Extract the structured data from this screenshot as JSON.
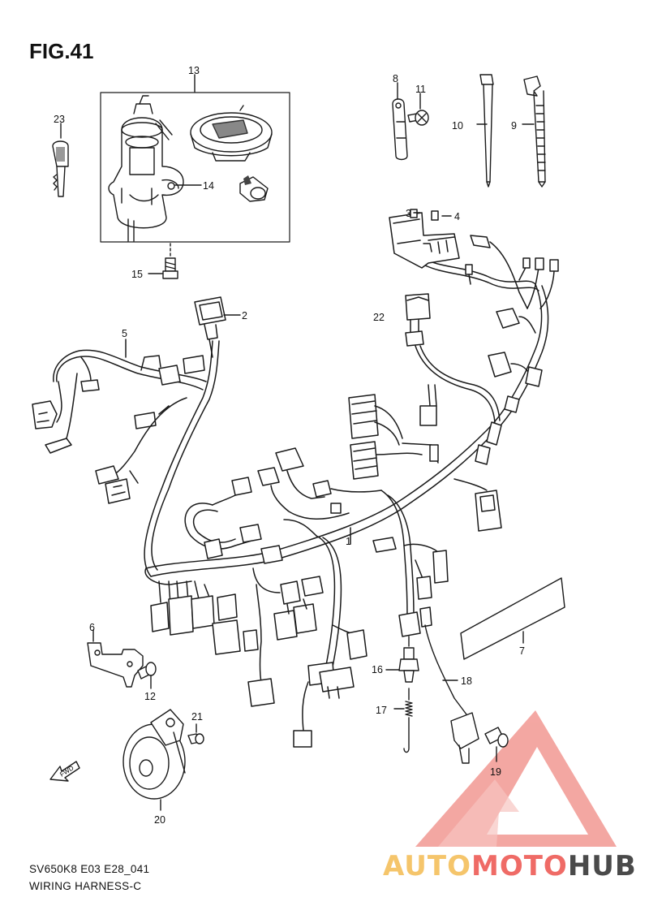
{
  "figure": {
    "title": "FIG.41",
    "model_code": "SV650K8 E03 E28_041",
    "diagram_name": "WIRING HARNESS-C"
  },
  "watermark": {
    "part1": "AUTO",
    "part2": "MOTO",
    "part3": "HUB",
    "colors": {
      "part1": "#f5c56b",
      "part2": "#ef6b66",
      "part3": "#4a4a4a",
      "triangle": "#f08a84"
    }
  },
  "callouts": [
    {
      "num": "1",
      "part": "harness-main"
    },
    {
      "num": "2",
      "part": "ignition-connector"
    },
    {
      "num": "3",
      "part": "fuse-small"
    },
    {
      "num": "4",
      "part": "fuse-small-2"
    },
    {
      "num": "5",
      "part": "harness-sub"
    },
    {
      "num": "6",
      "part": "bracket"
    },
    {
      "num": "7",
      "part": "label-plate"
    },
    {
      "num": "8",
      "part": "clamp"
    },
    {
      "num": "9",
      "part": "tie-band-large"
    },
    {
      "num": "10",
      "part": "tie-band"
    },
    {
      "num": "11",
      "part": "screw"
    },
    {
      "num": "12",
      "part": "bolt"
    },
    {
      "num": "13",
      "part": "lock-set"
    },
    {
      "num": "14",
      "part": "ignition-switch"
    },
    {
      "num": "15",
      "part": "bolt-2"
    },
    {
      "num": "16",
      "part": "oil-pressure-switch"
    },
    {
      "num": "17",
      "part": "spring"
    },
    {
      "num": "18",
      "part": "rear-brake-switch"
    },
    {
      "num": "19",
      "part": "screw-2"
    },
    {
      "num": "20",
      "part": "horn"
    },
    {
      "num": "21",
      "part": "bolt-3"
    },
    {
      "num": "22",
      "part": "relay"
    },
    {
      "num": "23",
      "part": "key"
    }
  ],
  "fwd_arrow": {
    "label": "FWD"
  }
}
